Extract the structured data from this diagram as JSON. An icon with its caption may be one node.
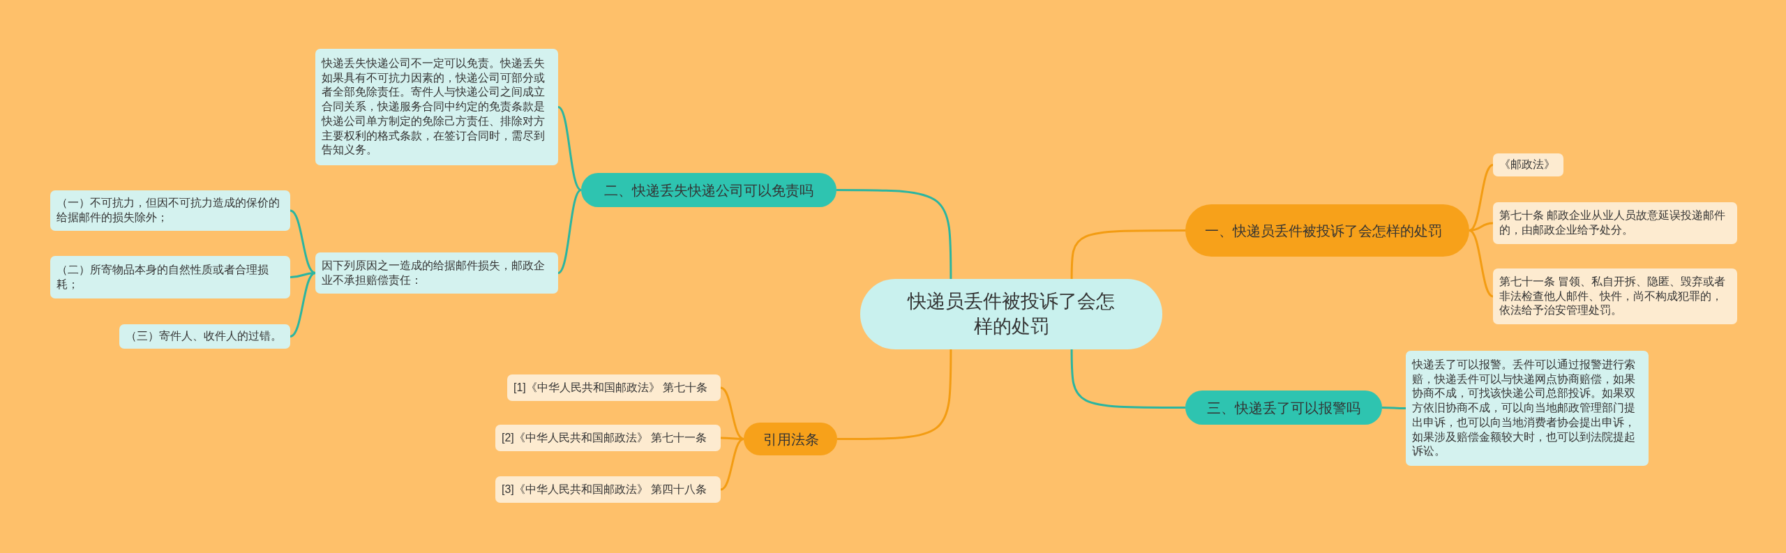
{
  "diagram": {
    "nodes": [
      {
        "text": [
          "快递员丢件被投诉了会怎样的处罚"
        ]
      },
      {
        "text": [
          "二、快递丢失快递公司可以免责吗"
        ]
      },
      {
        "text": [
          "快递丢失快递公司不一定可以免责。快递丢失如果具有不可抗力因素的，快递公司可部分或者全部免除责任。寄件人与快递公司之间成立合同关系，快递服务合同中约定的免责条款是快递公司单方制定的免除己方责任、排除对方主要权利的格式条款，在签订合同时，需尽到告知义务。"
        ]
      },
      {
        "text": [
          "因下列原因之一造成的给据邮件损失，邮政企业不承担赔偿责任："
        ]
      },
      {
        "text": [
          "（一）不可抗力，但因不可抗力造成的保价的给据邮件的损失除外；"
        ]
      },
      {
        "text": [
          "（二）所寄物品本身的自然性质或者合理损耗；"
        ]
      },
      {
        "text": [
          "（三）寄件人、收件人的过错。"
        ]
      },
      {
        "text": [
          "引用法条"
        ]
      },
      {
        "text": [
          "[1]《中华人民共和国邮政法》 第七十条"
        ]
      },
      {
        "text": [
          "[2]《中华人民共和国邮政法》 第七十一条"
        ]
      },
      {
        "text": [
          "[3]《中华人民共和国邮政法》 第四十八条"
        ]
      },
      {
        "text": [
          "一、快递员丢件被投诉了会怎样的处罚"
        ]
      },
      {
        "text": [
          "《邮政法》"
        ]
      },
      {
        "text": [
          "第七十条 邮政企业从业人员故意延误投递邮件的，由邮政企业给予处分。"
        ]
      },
      {
        "text": [
          "第七十一条 冒领、私自开拆、隐匿、毁弃或者非法检查他人邮件、快件，尚不构成犯罪的，依法给予治安管理处罚。"
        ]
      },
      {
        "text": [
          "三、快递丢了可以报警吗"
        ]
      },
      {
        "text": [
          "快递丢了可以报警。丢件可以通过报警进行索赔，快递丢件可以与快递网点协商赔偿，如果协商不成，可找该快递公司总部投诉。如果双方依旧协商不成，可以向当地邮政管理部门提出申诉，也可以向当地消费者协会提出申诉，如果涉及赔偿金额较大时，也可以到法院提起诉讼。"
        ]
      }
    ],
    "edges": [
      {
        "from": 0,
        "to": 1,
        "arrow": "none",
        "color": "#2bb5a0"
      },
      {
        "from": 1,
        "to": 2,
        "arrow": "none",
        "color": "#2bb5a0"
      },
      {
        "from": 1,
        "to": 3,
        "arrow": "none",
        "color": "#2bb5a0"
      },
      {
        "from": 3,
        "to": 4,
        "arrow": "none",
        "color": "#2bb5a0"
      },
      {
        "from": 3,
        "to": 5,
        "arrow": "none",
        "color": "#2bb5a0"
      },
      {
        "from": 3,
        "to": 6,
        "arrow": "none",
        "color": "#2bb5a0"
      },
      {
        "from": 0,
        "to": 7,
        "arrow": "none",
        "color": "#f39c12"
      },
      {
        "from": 7,
        "to": 8,
        "arrow": "none",
        "color": "#f39c12"
      },
      {
        "from": 7,
        "to": 9,
        "arrow": "none",
        "color": "#f39c12"
      },
      {
        "from": 7,
        "to": 10,
        "arrow": "none",
        "color": "#f39c12"
      },
      {
        "from": 0,
        "to": 11,
        "arrow": "none",
        "color": "#f39c12"
      },
      {
        "from": 11,
        "to": 12,
        "arrow": "none",
        "color": "#f39c12"
      },
      {
        "from": 11,
        "to": 13,
        "arrow": "none",
        "color": "#f39c12"
      },
      {
        "from": 11,
        "to": 14,
        "arrow": "none",
        "color": "#f39c12"
      },
      {
        "from": 0,
        "to": 15,
        "arrow": "none",
        "color": "#2bb5a0"
      },
      {
        "from": 15,
        "to": 16,
        "arrow": "none",
        "color": "#2bb5a0"
      }
    ]
  }
}
